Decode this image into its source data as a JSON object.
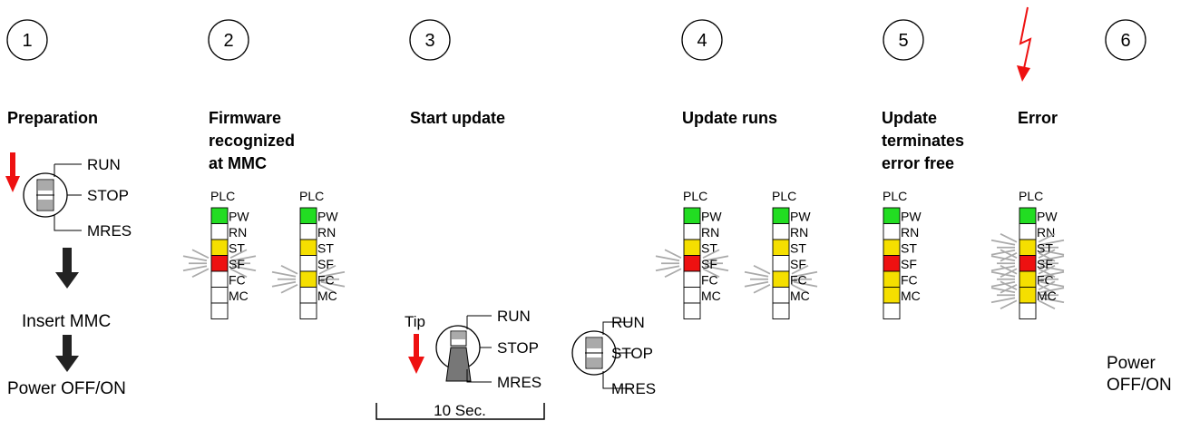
{
  "steps": [
    {
      "num": "1",
      "title": [
        "Preparation"
      ]
    },
    {
      "num": "2",
      "title": [
        "Firmware",
        "recognized",
        "at MMC"
      ]
    },
    {
      "num": "3",
      "title": [
        "Start update"
      ]
    },
    {
      "num": "4",
      "title": [
        "Update runs"
      ]
    },
    {
      "num": "5",
      "title": [
        "Update",
        "terminates",
        "error free"
      ]
    },
    {
      "num": "6",
      "title": []
    }
  ],
  "error_title": "Error",
  "switch": {
    "run": "RUN",
    "stop": "STOP",
    "mres": "MRES"
  },
  "plc_label": "PLC",
  "leds": [
    "PW",
    "RN",
    "ST",
    "SF",
    "FC",
    "MC"
  ],
  "step1": {
    "insert": "Insert MMC",
    "power": "Power OFF/ON"
  },
  "step3": {
    "tip": "Tip",
    "duration": "10 Sec."
  },
  "step6": {
    "power": "Power",
    "offon": "OFF/ON"
  },
  "colors": {
    "green": "#22dd22",
    "yellow": "#f5df00",
    "red": "#ee1111",
    "arrow": "#ee1111",
    "blink": "#aaaaaa"
  },
  "led_states": {
    "step2_a": [
      "green",
      "off",
      "yellow",
      "red-blink",
      "off",
      "off"
    ],
    "step2_b": [
      "green",
      "off",
      "yellow",
      "off",
      "yellow-blink",
      "off"
    ],
    "step4_a": [
      "green",
      "off",
      "yellow",
      "red-blink",
      "off",
      "off"
    ],
    "step4_b": [
      "green",
      "off",
      "yellow",
      "off",
      "yellow-blink",
      "off"
    ],
    "step5": [
      "green",
      "off",
      "yellow",
      "red",
      "yellow",
      "yellow"
    ],
    "error": [
      "green",
      "off",
      "yellow-blink",
      "red-blink",
      "yellow-blink",
      "yellow-blink"
    ]
  }
}
